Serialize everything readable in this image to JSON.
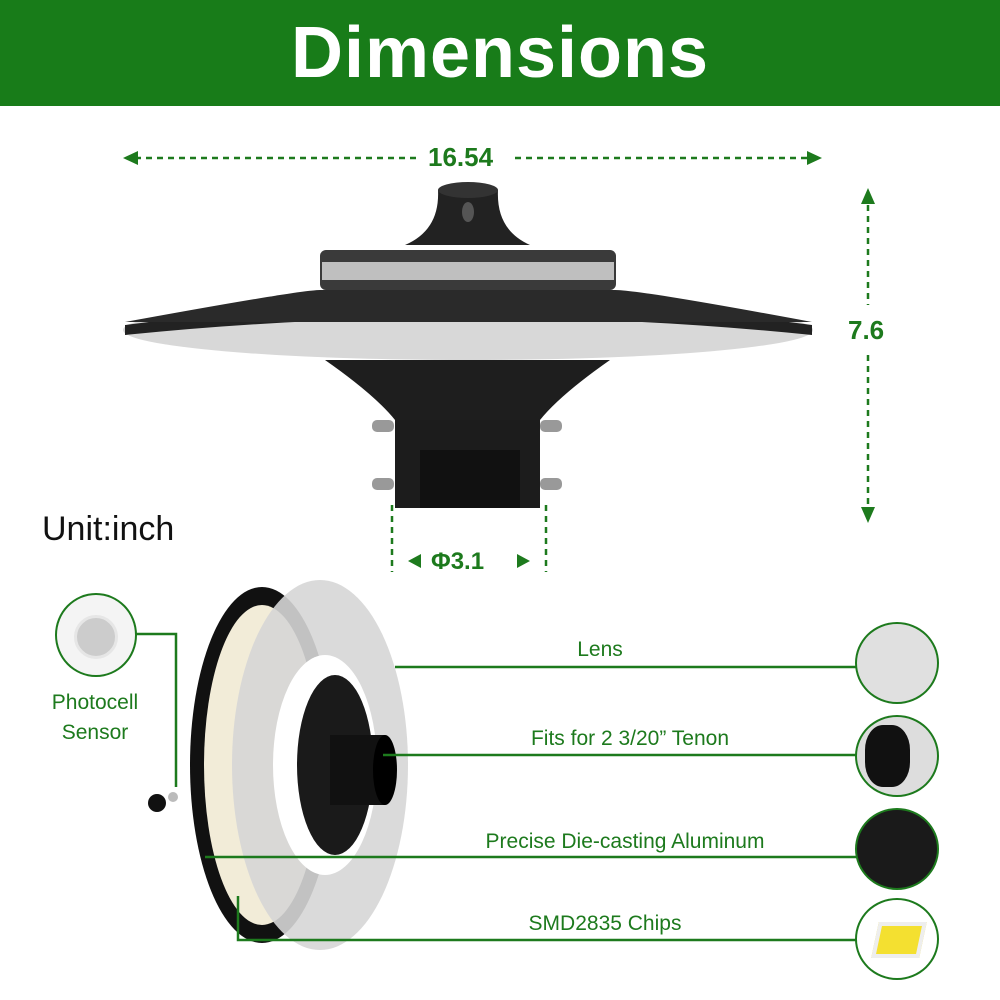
{
  "title": "Dimensions",
  "dimensions": {
    "width": "16.54",
    "height": "7.6",
    "diameter": "Φ3.1",
    "unit": "Unit:inch"
  },
  "callouts": [
    {
      "label": "Photocell\nSensor",
      "line1": "Photocell",
      "line2": "Sensor"
    },
    {
      "label": "Lens"
    },
    {
      "label": "Fits for 2 3/20” Tenon"
    },
    {
      "label": "Precise Die-casting Aluminum"
    },
    {
      "label": "SMD2835 Chips"
    }
  ],
  "colors": {
    "brand_green": "#187c19",
    "text_green": "#1d7a1d"
  }
}
